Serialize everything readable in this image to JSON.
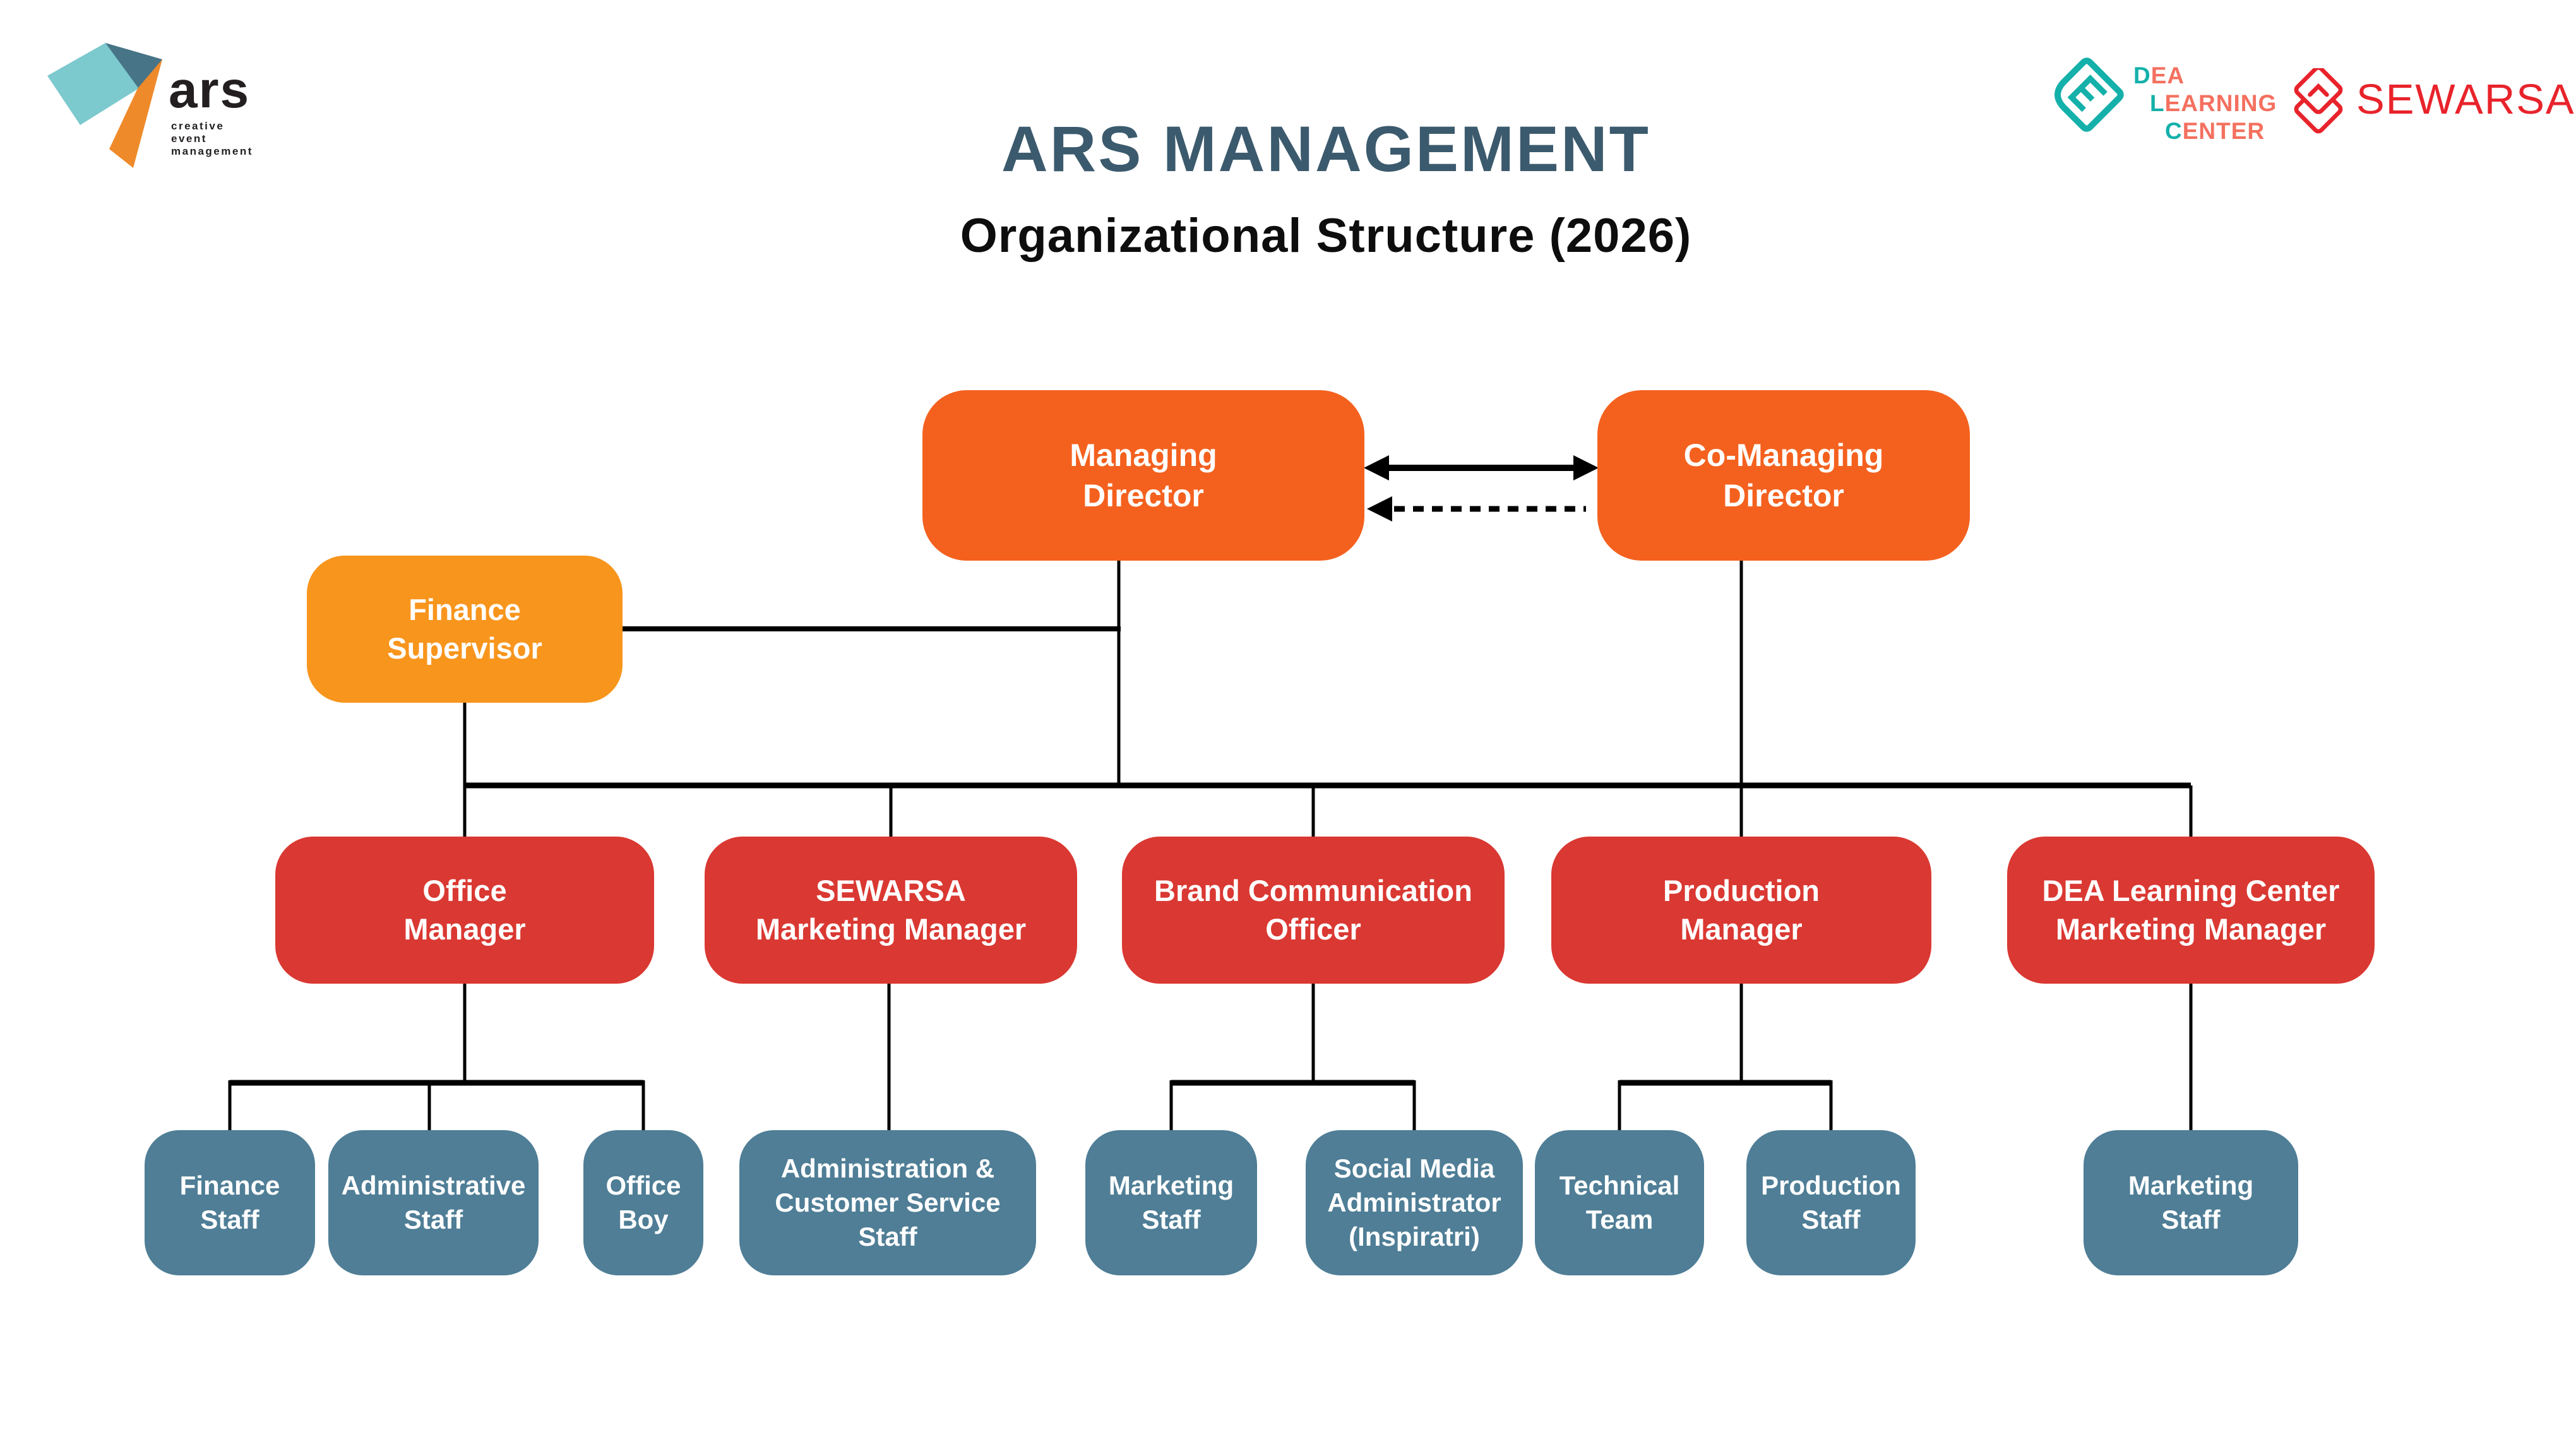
{
  "header": {
    "title": "ARS MANAGEMENT",
    "subtitle": "Organizational Structure (2026)",
    "ars_logo": {
      "wordmark": "ars",
      "tagline_lines": [
        "creative",
        "event",
        "management"
      ]
    },
    "dea_logo": {
      "line1_accent": "D",
      "line1_rest": "EA",
      "line2_accent": "L",
      "line2_rest": "EARNING",
      "line3_accent": "C",
      "line3_rest": "ENTER"
    },
    "sewarsa_logo": {
      "wordmark": "SEWARSA"
    }
  },
  "org": {
    "managing_director": {
      "label": "Managing\nDirector"
    },
    "co_managing_director": {
      "label": "Co-Managing\nDirector"
    },
    "finance_supervisor": {
      "label": "Finance\nSupervisor"
    },
    "office_manager": {
      "label": "Office\nManager"
    },
    "sewarsa_marketing_manager": {
      "label": "SEWARSA\nMarketing Manager"
    },
    "brand_communication_officer": {
      "label": "Brand Communication\nOfficer"
    },
    "production_manager": {
      "label": "Production\nManager"
    },
    "dea_marketing_manager": {
      "label": "DEA Learning Center\nMarketing Manager"
    },
    "finance_staff": {
      "label": "Finance\nStaff"
    },
    "administrative_staff": {
      "label": "Administrative\nStaff"
    },
    "office_boy": {
      "label": "Office\nBoy"
    },
    "admin_cs_staff": {
      "label": "Administration &\nCustomer Service Staff"
    },
    "marketing_staff_brand": {
      "label": "Marketing\nStaff"
    },
    "social_media_admin": {
      "label": "Social Media\nAdministrator\n(Inspiratri)"
    },
    "technical_team": {
      "label": "Technical\nTeam"
    },
    "production_staff": {
      "label": "Production\nStaff"
    },
    "marketing_staff_dea": {
      "label": "Marketing\nStaff"
    }
  },
  "colors": {
    "executive_orange": "#F4611E",
    "supervisor_amber": "#F8951D",
    "manager_red": "#DA3832",
    "staff_blue": "#4F7E96",
    "title_slate": "#3C5A6D",
    "dea_teal": "#14B0AA",
    "dea_coral": "#F4705F",
    "sewarsa_red": "#E8232B",
    "connector_black": "#000000"
  }
}
